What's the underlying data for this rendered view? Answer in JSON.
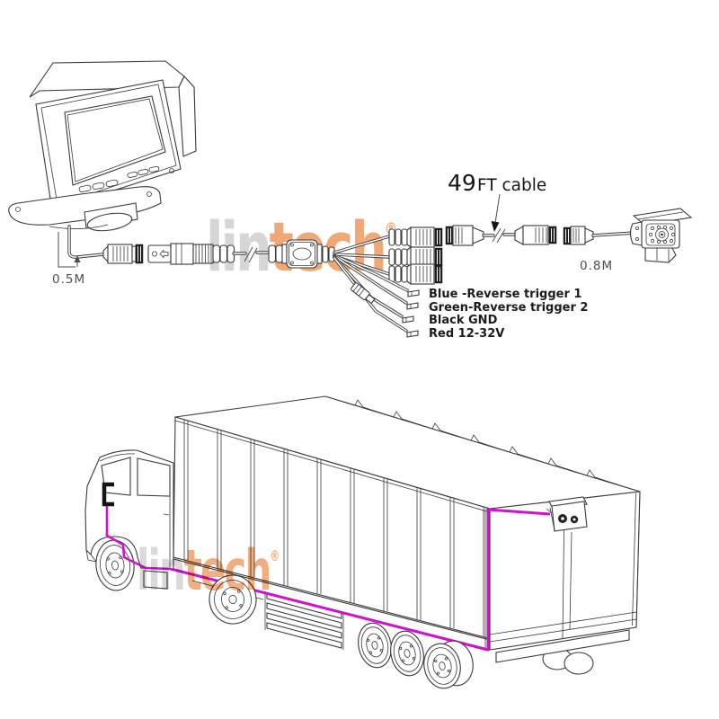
{
  "brand_watermark": {
    "part1": "lin",
    "part2": "tech",
    "registered": "®",
    "part1_color": "#d6d6d6",
    "part2_color": "#f0a876"
  },
  "monitor_unit": {
    "cable_length_label": "0.5M"
  },
  "cable_kit": {
    "extension_label_value": "49",
    "extension_label_unit": "FT cable",
    "camera_pigtail_label": "0.8M",
    "wire_labels": [
      "Blue -Reverse trigger 1",
      "Green-Reverse trigger 2",
      "Black GND",
      "Red  12-32V"
    ]
  },
  "truck": {
    "route_color": "#d110d1"
  }
}
